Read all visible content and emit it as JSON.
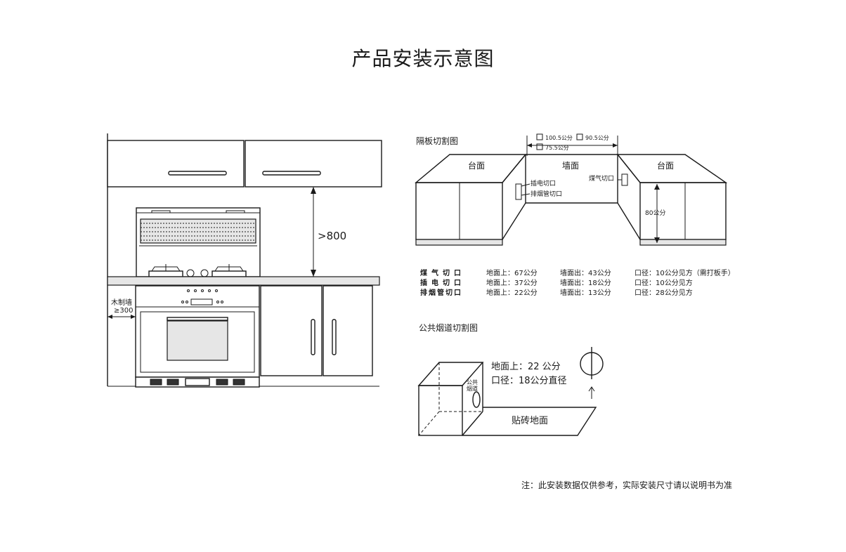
{
  "title": "产品安装示意图",
  "left_diagram": {
    "height_label": ">800",
    "wall_label_line1": "木制墙",
    "wall_label_line2": "≥300"
  },
  "partition": {
    "section_title": "隔板切割图",
    "options": [
      "100.5公分",
      "90.5公分",
      "75.5公分"
    ],
    "labels": {
      "left_counter": "台面",
      "wall": "墙面",
      "right_counter": "台面",
      "plug_cutout": "插电切口",
      "exhaust_cutout": "排烟管切口",
      "gas_cutout": "煤气切口",
      "height": "80公分"
    },
    "table": [
      {
        "name": "煤气切口",
        "floor": "地面上：67公分",
        "wall": "墙面出：43公分",
        "size": "口径：10公分见方（需打板手）"
      },
      {
        "name": "插电切口",
        "floor": "地面上：37公分",
        "wall": "墙面出：18公分",
        "size": "口径：10公分见方"
      },
      {
        "name": "排烟管切口",
        "floor": "地面上：22公分",
        "wall": "墙面出：13公分",
        "size": "口径：28公分见方"
      }
    ]
  },
  "flue": {
    "section_title": "公共烟道切割图",
    "line1": "地面上：22 公分",
    "line2": "口径：18公分直径",
    "flue_label_1": "公共",
    "flue_label_2": "烟道",
    "floor_label": "贴砖地面"
  },
  "note": "注：此安装数据仅供参考，实际安装尺寸请以说明书为准"
}
